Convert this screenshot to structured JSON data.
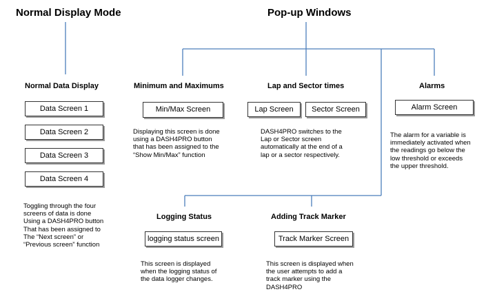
{
  "colors": {
    "connector": "#4a7ebb",
    "box_border": "#333333",
    "box_shadow": "#9a9a9a"
  },
  "headers": {
    "normal_mode": "Normal Display Mode",
    "popups": "Pop-up Windows"
  },
  "normal": {
    "title": "Normal Data Display",
    "screens": [
      "Data Screen 1",
      "Data Screen 2",
      "Data Screen 3",
      "Data Screen 4"
    ],
    "desc": [
      "Toggling through the four",
      "screens of data is done",
      "Using a DASH4PRO button",
      "That has been assigned to",
      "The “Next screen” or",
      "“Previous screen” function"
    ]
  },
  "minmax": {
    "title": "Minimum and Maximums",
    "box": "Min/Max Screen",
    "desc": [
      "Displaying this screen is done",
      "using a DASH4PRO button",
      "that has been assigned to the",
      "“Show Min/Max” function"
    ]
  },
  "lap": {
    "title": "Lap and Sector times",
    "box_lap": "Lap Screen",
    "box_sector": "Sector Screen",
    "desc": [
      "DASH4PRO switches to the",
      "Lap or Sector screen",
      "automatically at the end of a",
      "lap or a sector respectively."
    ]
  },
  "alarms": {
    "title": "Alarms",
    "box": "Alarm Screen",
    "desc": [
      "The alarm for a variable is",
      "immediately activated when",
      "the readings go below the",
      "low threshold or exceeds",
      "the upper threshold."
    ]
  },
  "logging": {
    "title": "Logging Status",
    "box": "logging status screen",
    "desc": [
      "This screen is displayed",
      "when the logging status of",
      "the data logger changes."
    ]
  },
  "marker": {
    "title": "Adding Track Marker",
    "box": "Track Marker Screen",
    "desc": [
      "This screen is displayed when",
      "the user attempts to add a",
      "track marker using the",
      "DASH4PRO"
    ]
  }
}
